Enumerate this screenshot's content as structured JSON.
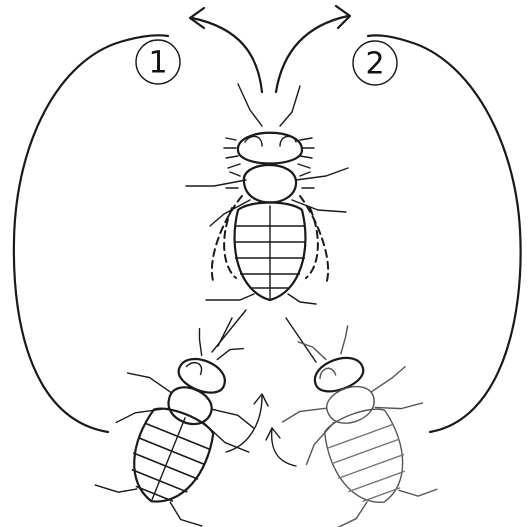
{
  "diagram": {
    "path_labels": [
      "1",
      "2"
    ],
    "figures": [
      "fly-top-center",
      "fly-bottom-left",
      "fly-bottom-right"
    ],
    "ink_color": "#1a1a1a",
    "background": "#ffffff"
  }
}
